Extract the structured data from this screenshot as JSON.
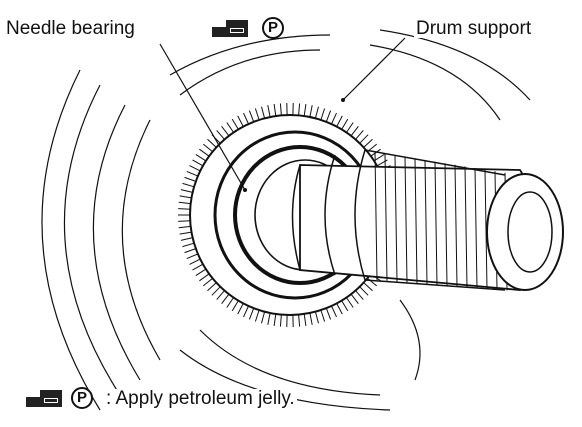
{
  "labels": {
    "needle_bearing": "Needle bearing",
    "drum_support": "Drum support",
    "p_symbol": "P",
    "legend_text": ": Apply petroleum jelly."
  },
  "icons": {
    "tool_icon": "petroleum-jelly-tool-icon",
    "p_icon": "circled-p-icon"
  },
  "colors": {
    "line": "#111111",
    "background": "#ffffff"
  }
}
